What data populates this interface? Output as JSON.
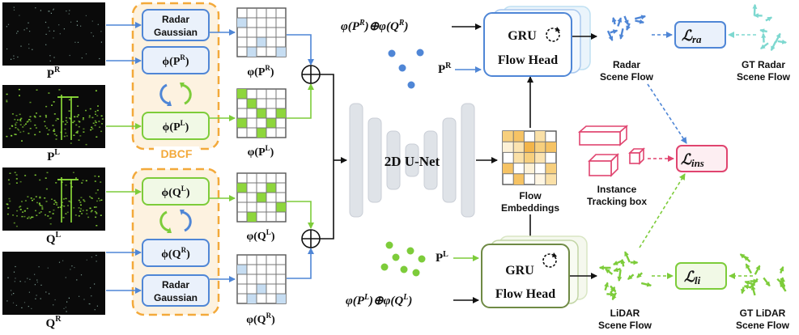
{
  "inputs": {
    "pr_label": "P",
    "pr_sup": "R",
    "pl_label": "P",
    "pl_sup": "L",
    "ql_label": "Q",
    "ql_sup": "L",
    "qr_label": "Q",
    "qr_sup": "R"
  },
  "encoders": {
    "radar_gaussian_top_line1": "Radar",
    "radar_gaussian_top_line2": "Gaussian",
    "phi": "ϕ(",
    "phi_close": ")",
    "dbcf_label": "DBCF",
    "radar_gaussian_bottom_line1": "Radar",
    "radar_gaussian_bottom_line2": "Gaussian"
  },
  "feature_labels": {
    "varphi": "φ(",
    "close": ")"
  },
  "unet": {
    "label": "2D U-Net"
  },
  "flow_embeddings": {
    "line1": "Flow",
    "line2": "Embeddings"
  },
  "gru_top": {
    "line1": "GRU",
    "line2": "Flow Head",
    "input_text": "φ(P",
    "input_mid": ")⊕φ(Q",
    "input_close": ")",
    "input_sup1": "R",
    "input_sup2": "R",
    "points_label": "P",
    "points_sup": "R"
  },
  "gru_bottom": {
    "line1": "GRU",
    "line2": "Flow Head",
    "input_text": "φ(P",
    "input_mid": ")⊕φ(Q",
    "input_close": ")",
    "input_sup1": "L",
    "input_sup2": "L",
    "points_label": "P",
    "points_sup": "L"
  },
  "outputs": {
    "radar_flow_line1": "Radar",
    "radar_flow_line2": "Scene Flow",
    "gt_radar_line1": "GT Radar",
    "gt_radar_line2": "Scene Flow",
    "lidar_flow_line1": "LiDAR",
    "lidar_flow_line2": "Scene Flow",
    "gt_lidar_line1": "GT LiDAR",
    "gt_lidar_line2": "Scene Flow",
    "instance_line1": "Instance",
    "instance_line2": "Tracking box"
  },
  "losses": {
    "l_symbol": "ℒ",
    "ra_sub": "ra",
    "ins_sub": "ins",
    "li_sub": "li"
  },
  "colors": {
    "blue": "#4f86d6",
    "blue_light": "#a9c8ee",
    "green": "#7dcc3a",
    "green_dark": "#6f8a45",
    "orange": "#f3a93a",
    "pink": "#e0446f",
    "teal": "#7ed8d0",
    "unet_gray": "#dfe3e8"
  }
}
